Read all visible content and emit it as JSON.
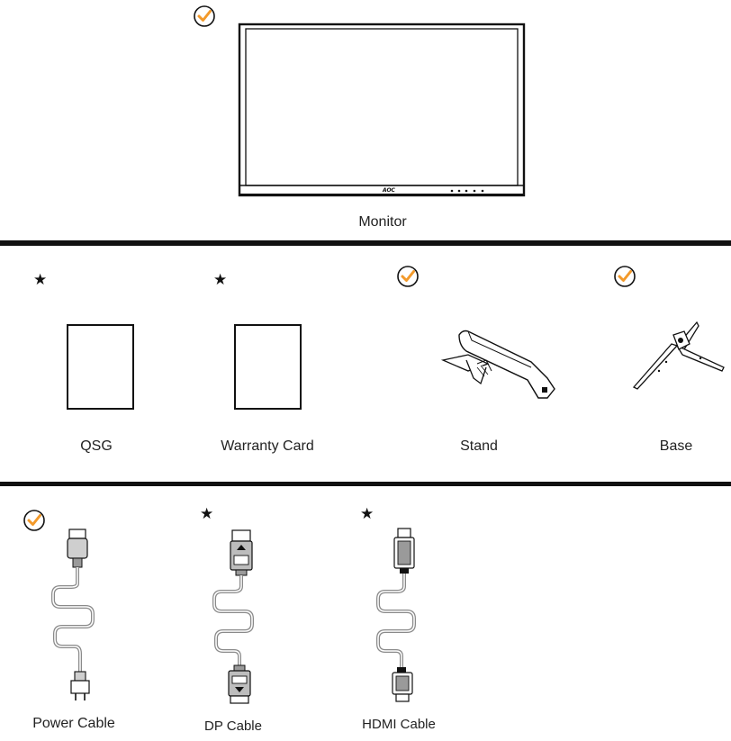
{
  "colors": {
    "check_accent": "#F39A2B",
    "line": "#111111"
  },
  "monitor": {
    "label": "Monitor",
    "included_icon": "check-circle-icon",
    "brand_logo": "AOC"
  },
  "row2": {
    "qsg": {
      "label": "QSG",
      "included_icon": "star-icon"
    },
    "warranty": {
      "label": "Warranty Card",
      "included_icon": "star-icon"
    },
    "stand": {
      "label": "Stand",
      "included_icon": "check-circle-icon"
    },
    "base": {
      "label": "Base",
      "included_icon": "check-circle-icon"
    }
  },
  "row3": {
    "power": {
      "label": "Power Cable",
      "included_icon": "check-circle-icon"
    },
    "dp": {
      "label": "DP Cable",
      "included_icon": "star-icon"
    },
    "hdmi": {
      "label": "HDMI Cable",
      "included_icon": "star-icon"
    }
  },
  "star_glyph": "★"
}
